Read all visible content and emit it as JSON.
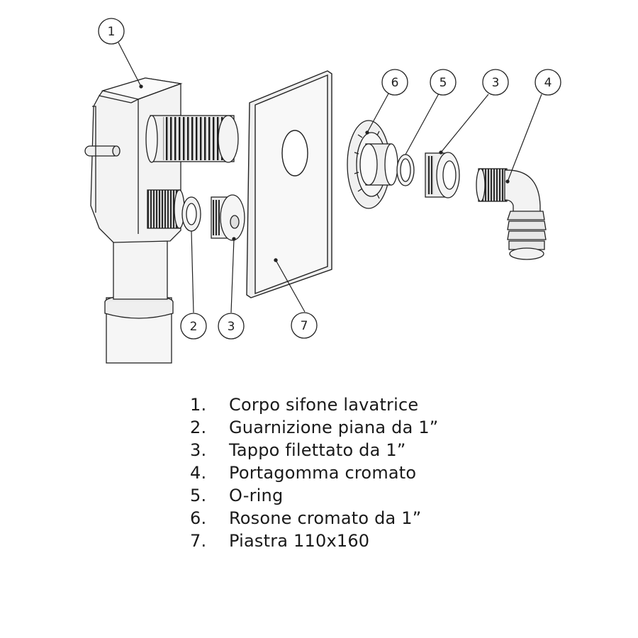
{
  "diagram": {
    "callouts": [
      "1",
      "2",
      "3",
      "4",
      "5",
      "3",
      "6",
      "7"
    ]
  },
  "legend": {
    "items": [
      {
        "number": "1.",
        "text": "Corpo sifone lavatrice"
      },
      {
        "number": "2.",
        "text": "Guarnizione piana da 1”"
      },
      {
        "number": "3.",
        "text": "Tappo filettato da 1”"
      },
      {
        "number": "4.",
        "text": "Portagomma cromato"
      },
      {
        "number": "5.",
        "text": "O-ring"
      },
      {
        "number": "6.",
        "text": "Rosone cromato da 1”"
      },
      {
        "number": "7.",
        "text": "Piastra 110x160"
      }
    ]
  }
}
